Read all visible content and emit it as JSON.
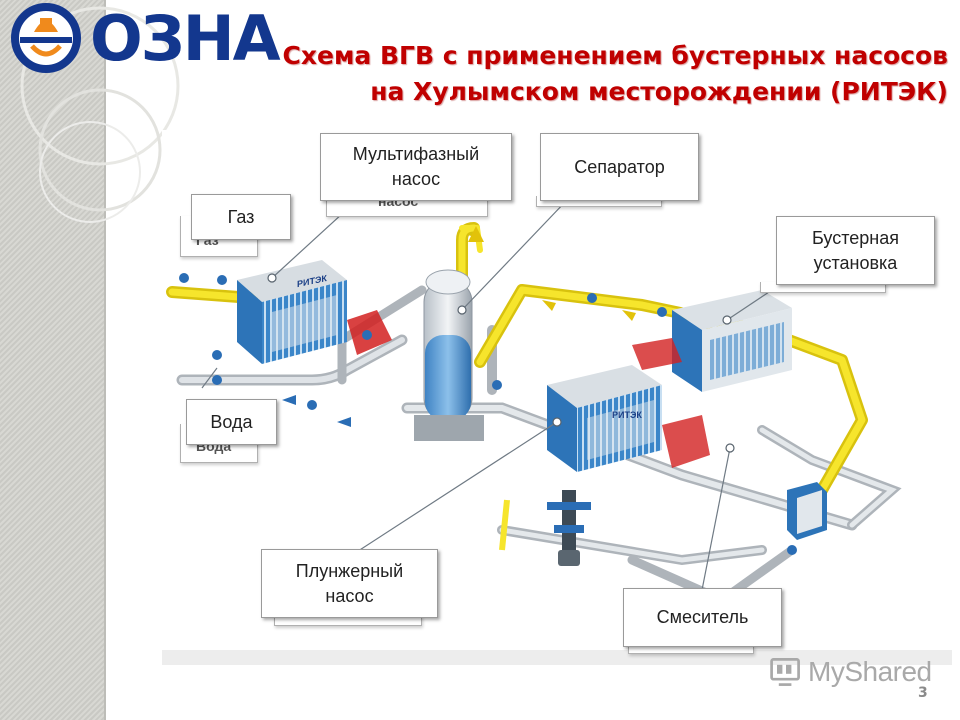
{
  "slide": {
    "title_line1": "Схема ВГВ с применением бустерных насосов",
    "title_line2": "на Хулымском месторождении (РИТЭК)",
    "page_number": "3"
  },
  "logo": {
    "text": "ОЗНА"
  },
  "callouts": {
    "gas": "Газ",
    "multiphase_pump_line1": "Мультифазный",
    "multiphase_pump_line2": "насос",
    "separator": "Сепаратор",
    "booster_line1": "Бустерная",
    "booster_line2": "установка",
    "water": "Вода",
    "plunger_pump_line1": "Плунжерный",
    "plunger_pump_line2": "насос",
    "mixer": "Смеситель"
  },
  "ghost_labels": {
    "gas": "Газ",
    "multiphase": "насос",
    "water": "Вода"
  },
  "container_brand": "РИТЭК",
  "watermark": {
    "text": "MyShared"
  },
  "colors": {
    "title": "#c00000",
    "logo_blue": "#13378e",
    "logo_orange": "#f08a1c",
    "gas_pipe": "#f4e21a",
    "water_pipe": "#cfd3d8",
    "container": "#2f7fc6",
    "separator_liquid": "#6aa7dd",
    "railing": "#d21f1f"
  }
}
